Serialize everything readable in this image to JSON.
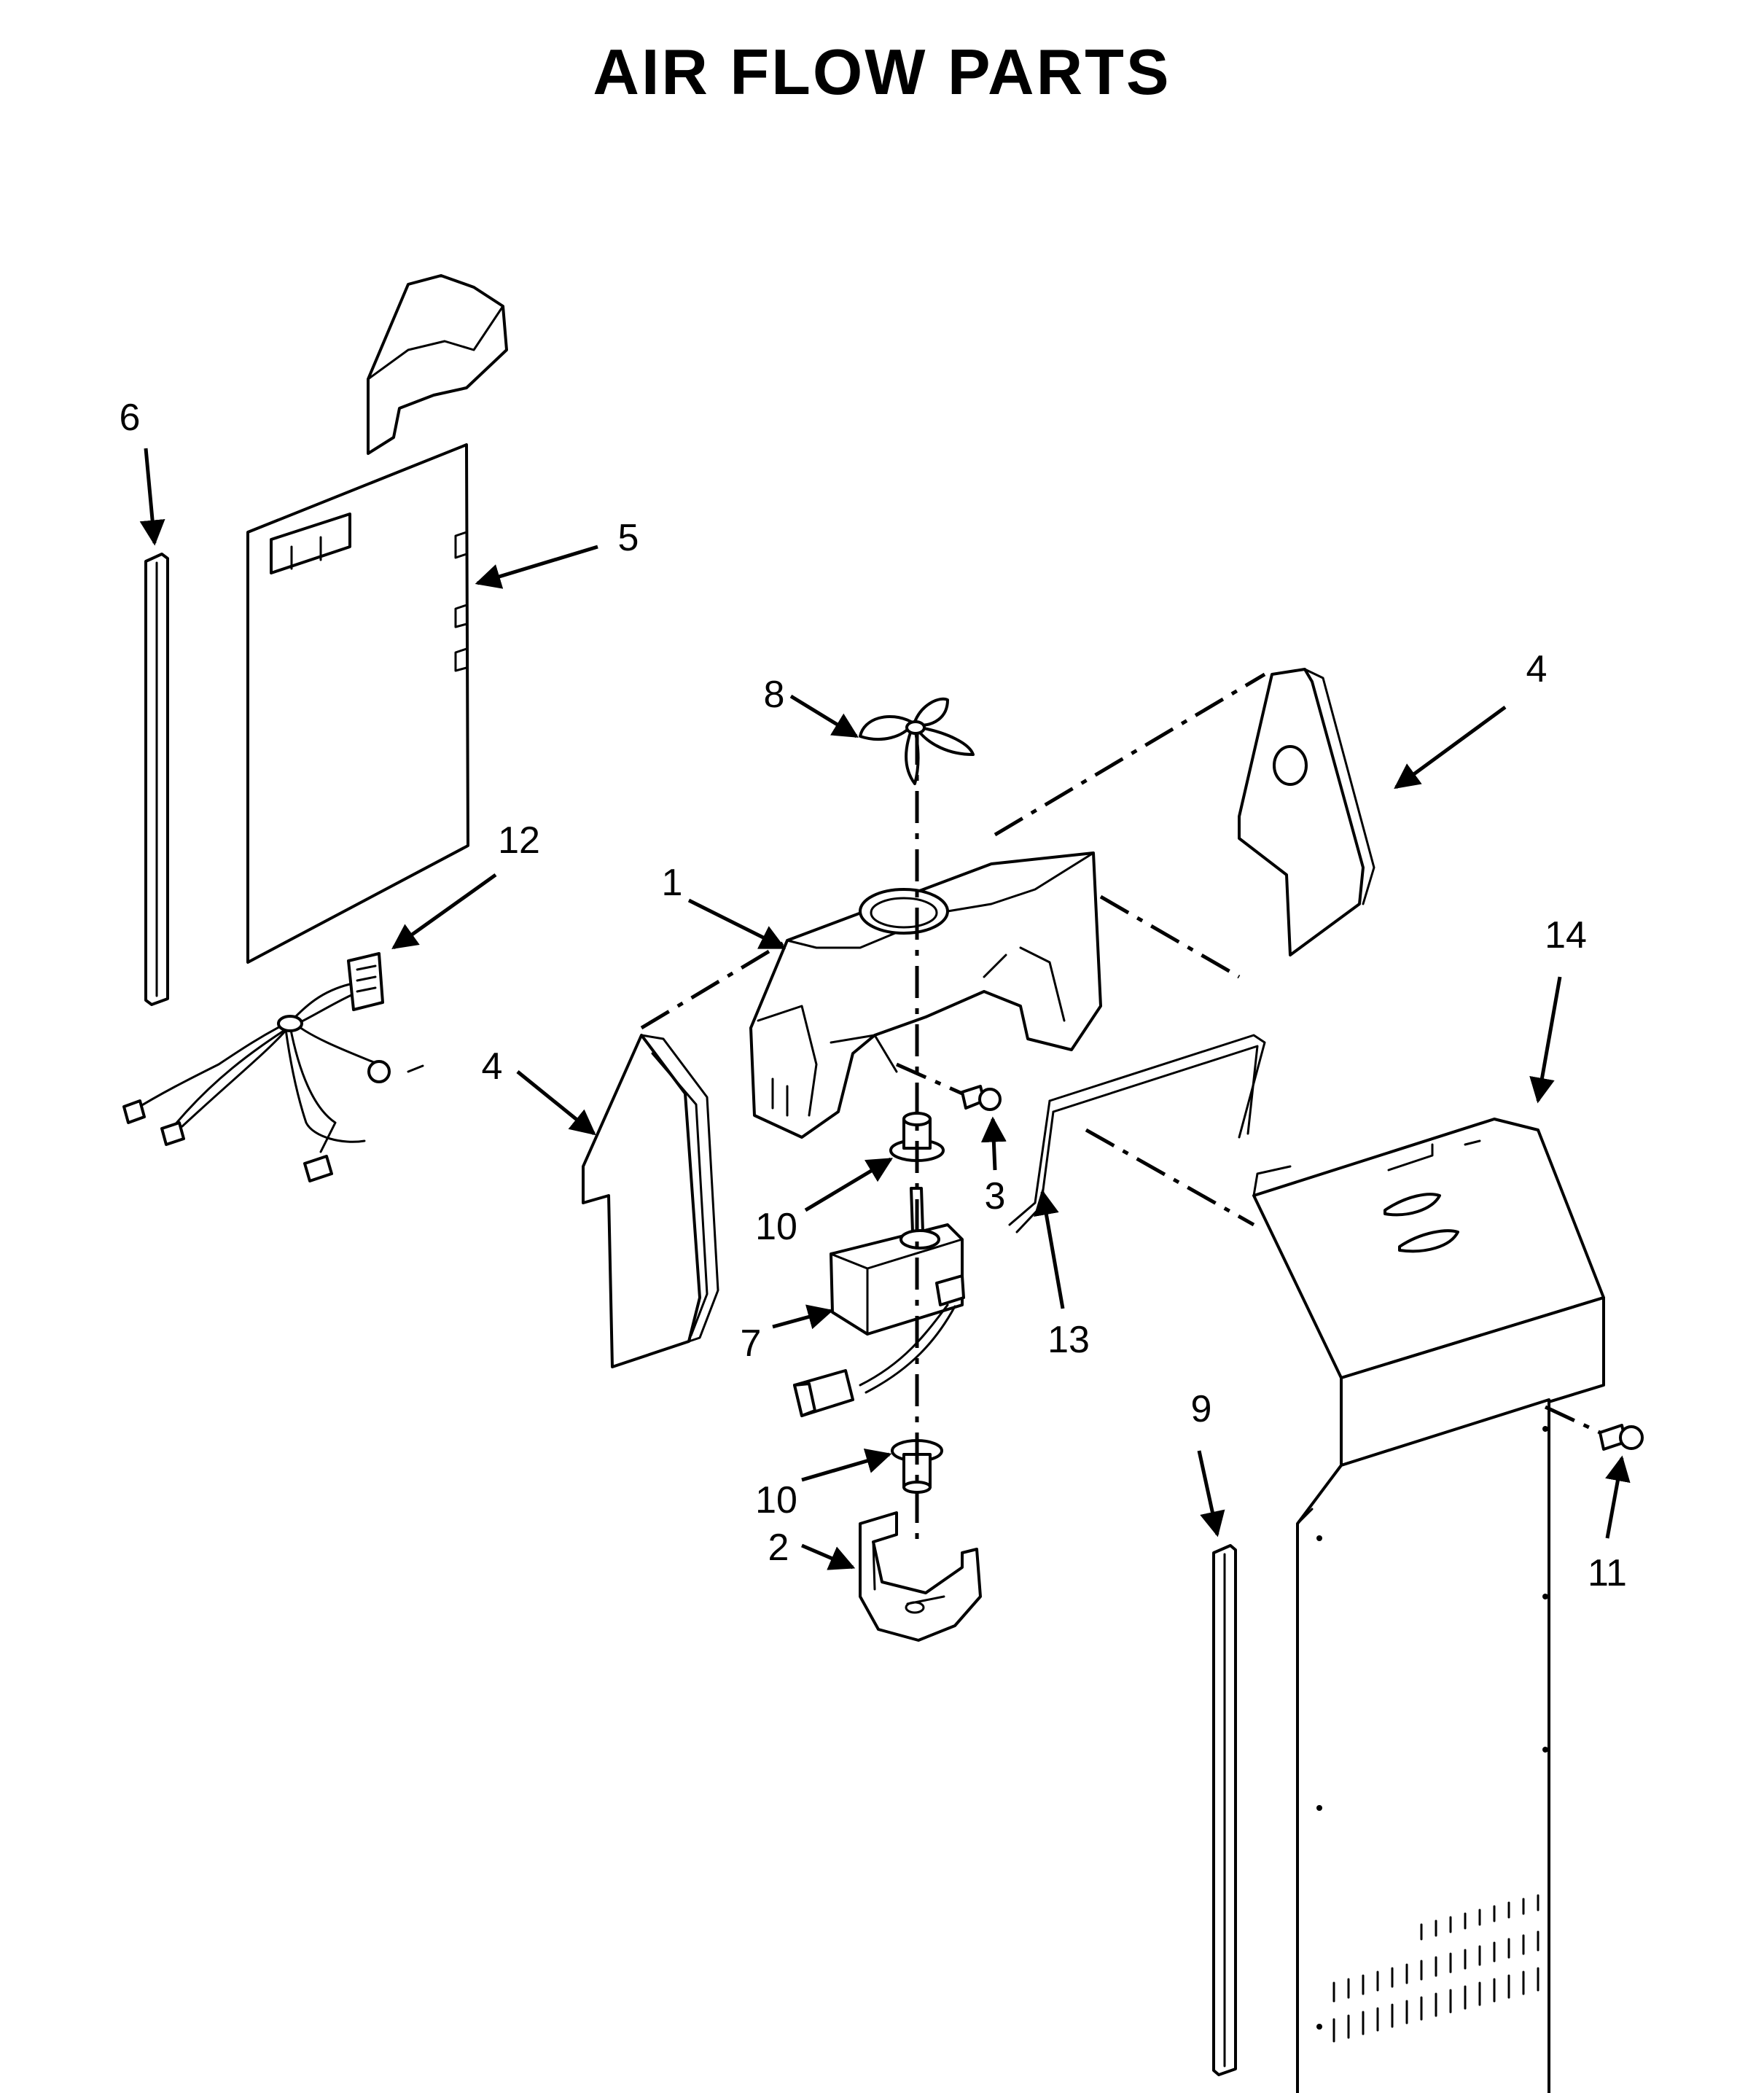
{
  "title": "AIR FLOW PARTS",
  "callouts": {
    "c1": "1",
    "c2": "2",
    "c3": "3",
    "c4a": "4",
    "c4b": "4",
    "c5": "5",
    "c6": "6",
    "c7": "7",
    "c8": "8",
    "c9": "9",
    "c10a": "10",
    "c10b": "10",
    "c11": "11",
    "c12": "12",
    "c13": "13",
    "c14": "14"
  }
}
